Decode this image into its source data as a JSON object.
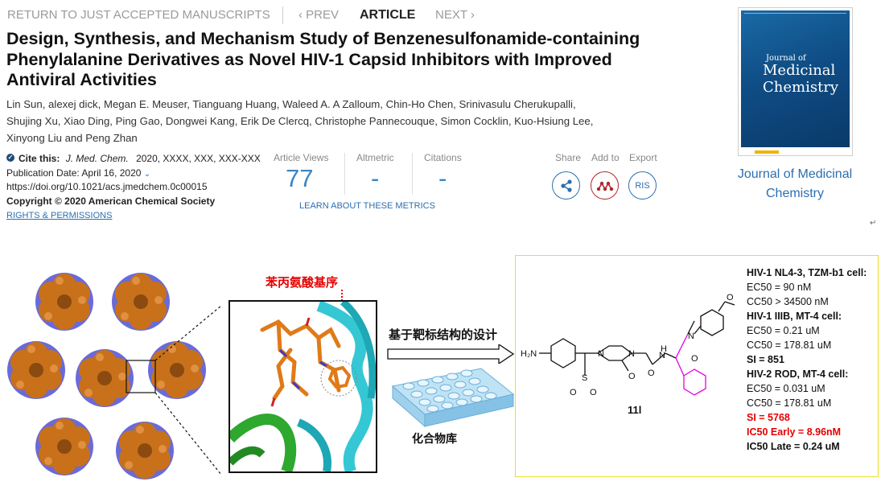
{
  "nav": {
    "return_label": "RETURN TO JUST ACCEPTED MANUSCRIPTS",
    "prev_label": "‹ PREV",
    "current_label": "ARTICLE",
    "next_label": "NEXT ›"
  },
  "article": {
    "title": "Design, Synthesis, and Mechanism Study of Benzenesulfonamide-containing Phenylalanine Derivatives as Novel HIV-1 Capsid Inhibitors with Improved Antiviral Activities",
    "authors_line1": "Lin Sun, alexej dick, Megan E. Meuser, Tianguang Huang, Waleed A. A Zalloum, Chin-Ho Chen, Srinivasulu Cherukupalli,",
    "authors_line2": "Shujing Xu, Xiao Ding, Ping Gao, Dongwei Kang, Erik De Clercq, Christophe Pannecouque, Simon Cocklin, Kuo-Hsiung Lee,",
    "authors_line3": "Xinyong Liu and Peng Zhan"
  },
  "citation": {
    "cite_label": "Cite this:",
    "journal": "J. Med. Chem.",
    "details": "2020, XXXX, XXX, XXX-XXX",
    "pub_date": "Publication Date: April 16, 2020",
    "doi": "https://doi.org/10.1021/acs.jmedchem.0c00015",
    "copyright": "Copyright © 2020 American Chemical Society",
    "rights": "RIGHTS & PERMISSIONS"
  },
  "metrics": {
    "views_label": "Article Views",
    "views_value": "77",
    "altmetric_label": "Altmetric",
    "altmetric_value": "-",
    "citations_label": "Citations",
    "citations_value": "-",
    "learn_link": "LEARN ABOUT THESE METRICS"
  },
  "actions": {
    "share_label": "Share",
    "add_label": "Add to",
    "export_label": "Export",
    "ris_label": "RIS"
  },
  "journal_sidebar": {
    "cover_journal": "Journal of",
    "cover_medicinal": "Medicinal",
    "cover_chemistry": "Chemistry",
    "link_text": "Journal of Medicinal Chemistry"
  },
  "return_mark": "↵",
  "abstract": {
    "motif_label": "苯丙氨酸基序",
    "design_label": "基于靶标结构的设计",
    "library_label": "化合物库",
    "compound_label": "11l",
    "data": {
      "h1": "HIV-1 NL4-3, TZM-b1 cell:",
      "ec50_1": "EC50 = 90 nM",
      "cc50_1": "CC50 > 34500 nM",
      "h2": "HIV-1 IIIB, MT-4 cell:",
      "ec50_2": "EC50 = 0.21 uM",
      "cc50_2": "CC50 = 178.81 uM",
      "si_1": "SI = 851",
      "h3": "HIV-2 ROD, MT-4 cell:",
      "ec50_3": "EC50 = 0.031 uM",
      "cc50_3": "CC50 = 178.81 uM",
      "si_2": "SI = 5768",
      "ic50_early": "IC50 Early = 8.96nM",
      "ic50_late": "IC50 Late = 0.24 uM"
    }
  },
  "colors": {
    "link_blue": "#2a6fb0",
    "metric_blue": "#3b86c6",
    "highlight_red": "#e60000",
    "magenta": "#e600e6",
    "capsid_orange": "#c8711a",
    "capsid_purple": "#6a6ad8"
  }
}
